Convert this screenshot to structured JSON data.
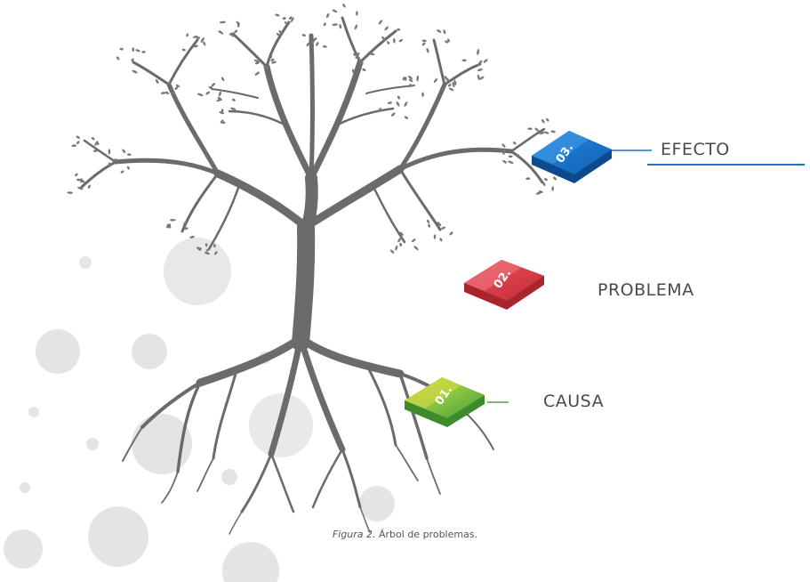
{
  "diagram": {
    "levels": [
      {
        "id": "efecto",
        "number": "03.",
        "label": "EFECTO",
        "color": "#1a6fc4",
        "color_dark": "#0d4a8c"
      },
      {
        "id": "problema",
        "number": "02.",
        "label": "PROBLEMA",
        "color": "#d9404a",
        "color_dark": "#a8252e"
      },
      {
        "id": "causa",
        "number": "01.",
        "label": "CAUSA",
        "color": "#7ac043",
        "color_dark": "#3f8a2a"
      }
    ],
    "colors": {
      "tree": "#6b6b6b",
      "bubbles": "#e4e4e4",
      "line_efecto": "#1f74c7",
      "line_problema": "#e0505a",
      "line_causa_start": "#6db33f",
      "line_causa_end": "#e6d520"
    }
  },
  "caption": {
    "figure": "Figura 2.",
    "text": " Árbol de problemas."
  }
}
